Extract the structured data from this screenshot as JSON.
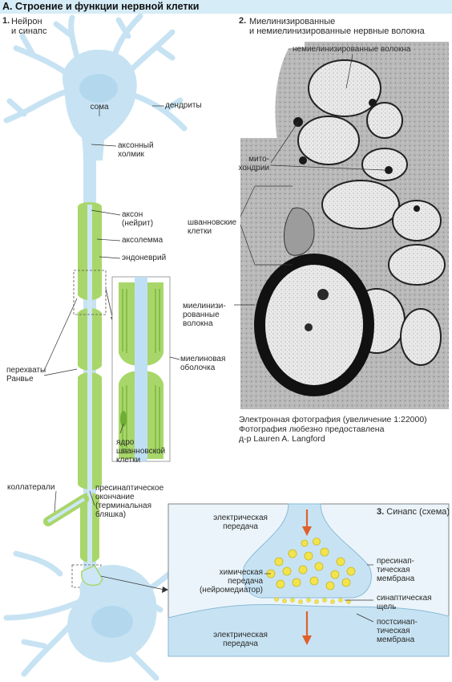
{
  "page_title": "А. Строение и функции нервной клетки",
  "panel1": {
    "number": "1.",
    "title": "Нейрон\nи синапс",
    "labels": {
      "soma": "сома",
      "dendrites": "дендриты",
      "axon_hillock": "аксонный\nхолмик",
      "axon": "аксон\n(нейрит)",
      "axolemma": "аксолемма",
      "endoneurium": "эндоневрий",
      "ranvier": "перехваты\nРанвье",
      "myelin": "миелиновая\nоболочка",
      "schwann_nucleus": "ядро\nшванновской\nклетки",
      "collaterals": "коллатерали",
      "presynaptic_terminal": "пресинаптическое\nокончание\n(терминальная\nбляшка)"
    }
  },
  "panel2": {
    "number": "2.",
    "title": "Миелинизированные\nи немиелинизированные нервные волокна",
    "labels": {
      "unmyelinated": "немиелинизированные волокна",
      "mitochondria": "мито-\nхондрии",
      "schwann_cells": "шванновские\nклетки",
      "myelinated": "миелинизи-\nрованные\nволокна"
    },
    "caption": "Электронная фотография (увеличение 1:22000)\nФотография любезно предоставлена\nд-р Lauren A. Langford"
  },
  "panel3": {
    "number": "3.",
    "title": "Синапс (схема)",
    "labels": {
      "electrical_top": "электрическая\nпередача",
      "chemical": "химическая\nпередача\n(нейромедиатор)",
      "electrical_bottom": "электрическая\nпередача",
      "presynaptic_membrane": "пресинап-\nтическая\nмембрана",
      "synaptic_cleft": "синаптическая\nщель",
      "postsynaptic_membrane": "постсинап-\nтическая\nмембрана"
    }
  },
  "colors": {
    "neuron_blue": "#c7e3f3",
    "myelin_green": "#a9d66a",
    "title_bg": "#d6ecf6",
    "arrow_orange": "#e0602a",
    "vesicle_yellow": "#f2e44a"
  }
}
